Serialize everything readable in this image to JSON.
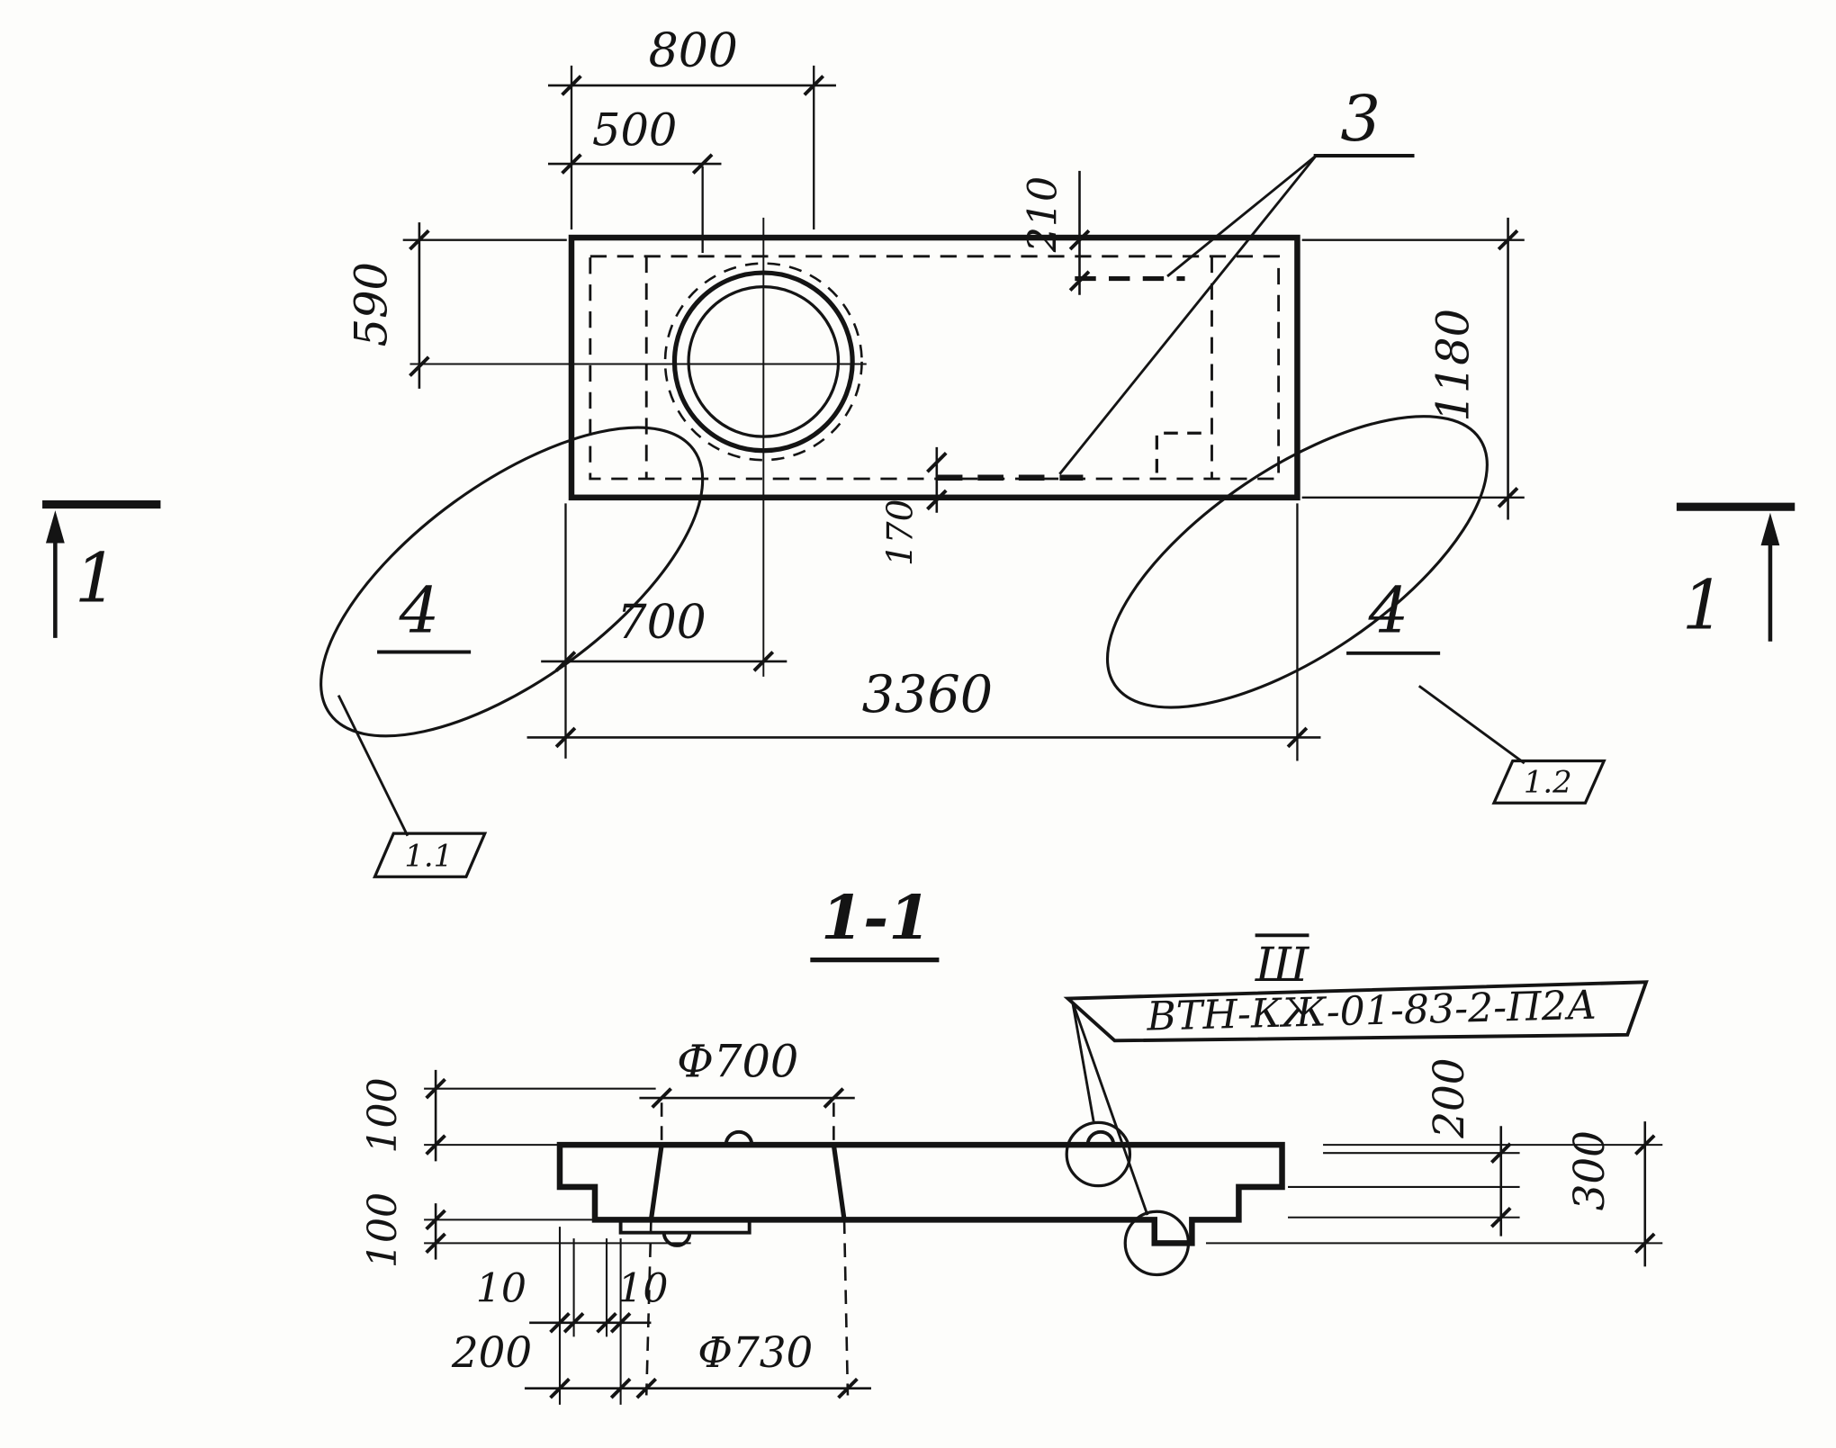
{
  "plan": {
    "dims": {
      "d800": "800",
      "d500": "500",
      "d210": "210",
      "d590": "590",
      "d1180": "1180",
      "d170": "170",
      "d700": "700",
      "d3360": "3360"
    },
    "labels": {
      "item3": "3",
      "item4_left": "4",
      "item4_right": "4",
      "flag_left": "1.1",
      "flag_right": "1.2",
      "section_mark_left": "1",
      "section_mark_right": "1"
    }
  },
  "section": {
    "title": "1-1",
    "mark": "Ш",
    "stamp": "ВТН-КЖ-01-83-2-П2А",
    "dims": {
      "d100_top": "100",
      "d100_bottom": "100",
      "d700": "Ф700",
      "d730": "Ф730",
      "d200_right": "200",
      "d300": "300",
      "d10_left": "10",
      "d10_right": "10",
      "d200_bottom": "200"
    }
  }
}
